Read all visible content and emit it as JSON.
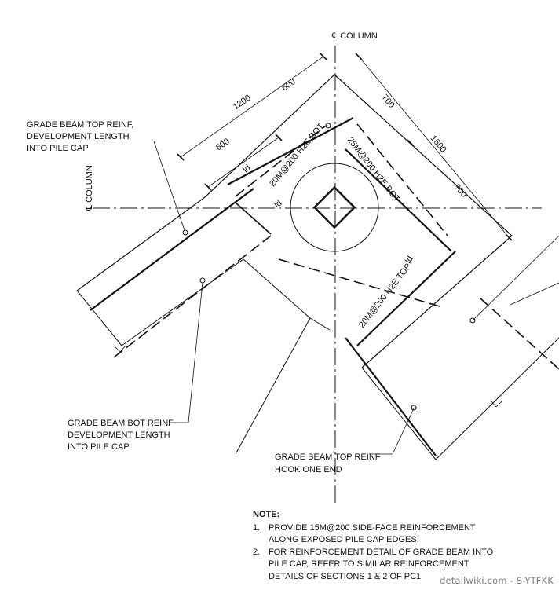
{
  "centerlines": {
    "vertical": "℄ COLUMN",
    "horizontal": "℄ COLUMN"
  },
  "dimensions": {
    "left_total": "1200",
    "left_outer": "600",
    "left_inner": "600",
    "right_total": "1600",
    "right_outer": "700",
    "right_inner": "900",
    "ld": "ld"
  },
  "rebar": {
    "top_left_bot": "20M@200 H2E BOT",
    "top_right_bot": "25M@200 H2E BOT",
    "top_bar": "20M@200 H2E TOP"
  },
  "callouts": {
    "top_reinf_dev": [
      "GRADE BEAM TOP REINF,",
      "DEVELOPMENT LENGTH",
      "INTO PILE CAP"
    ],
    "bot_reinf_dev": [
      "GRADE BEAM BOT REINF",
      "DEVELOPMENT LENGTH",
      "INTO PILE CAP"
    ],
    "top_reinf_hook": [
      "GRADE BEAM TOP REINF",
      "HOOK ONE END"
    ]
  },
  "note": {
    "title": "NOTE:",
    "items": [
      {
        "num": "1.",
        "lines": [
          "PROVIDE 15M@200 SIDE-FACE REINFORCEMENT",
          "ALONG EXPOSED PILE CAP EDGES."
        ]
      },
      {
        "num": "2.",
        "lines": [
          "FOR REINFORCEMENT DETAIL OF GRADE BEAM INTO",
          "PILE CAP, REFER TO SIMILAR REINFORCEMENT",
          "DETAILS OF SECTIONS 1 & 2 OF PC1"
        ]
      }
    ]
  },
  "watermark": "detailwiki.com - S-YTFKK"
}
